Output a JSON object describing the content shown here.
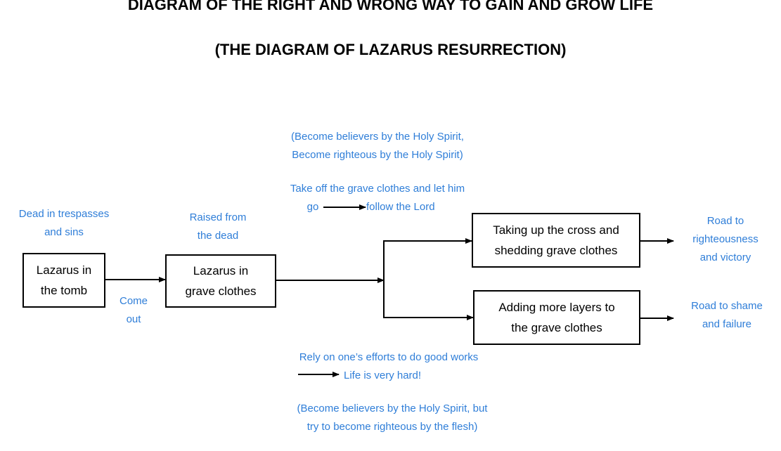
{
  "title": {
    "line1": "DIAGRAM OF THE RIGHT AND WRONG WAY TO GAIN AND GROW LIFE",
    "line2": "(THE DIAGRAM OF LAZARUS RESURRECTION)"
  },
  "nodes": {
    "tomb": {
      "line1": "Lazarus in",
      "line2": "the tomb"
    },
    "grave_clothes": {
      "line1": "Lazarus in",
      "line2": "grave clothes"
    },
    "cross": {
      "line1": "Taking up the cross and",
      "line2": "shedding grave clothes"
    },
    "layers": {
      "line1": "Adding more layers to",
      "line2": "the grave clothes"
    }
  },
  "annotations": {
    "dead": {
      "line1": "Dead in trespasses",
      "line2": "and sins"
    },
    "raised": {
      "line1": "Raised from",
      "line2": "the dead"
    },
    "come_out": {
      "line1": "Come",
      "line2": "out"
    },
    "believers_spirit": {
      "line1": "(Become believers by the Holy Spirit,",
      "line2": "Become righteous by the Holy Spirit)"
    },
    "take_off": {
      "line1": "Take off the grave clothes and let him",
      "line2_pre": "go",
      "line2_post": "follow the Lord"
    },
    "victory": {
      "line1": "Road to",
      "line2": "righteousness",
      "line3": "and victory"
    },
    "shame": {
      "line1": "Road to shame",
      "line2": "and failure"
    },
    "rely": {
      "line1": "Rely on one’s efforts to do good works",
      "line2": "Life is very hard!"
    },
    "believers_flesh": {
      "line1": "(Become believers by the Holy Spirit, but",
      "line2": "try to become righteous by the flesh)"
    }
  },
  "colors": {
    "annotation": "#2f7ed8",
    "lines": "#000000"
  }
}
